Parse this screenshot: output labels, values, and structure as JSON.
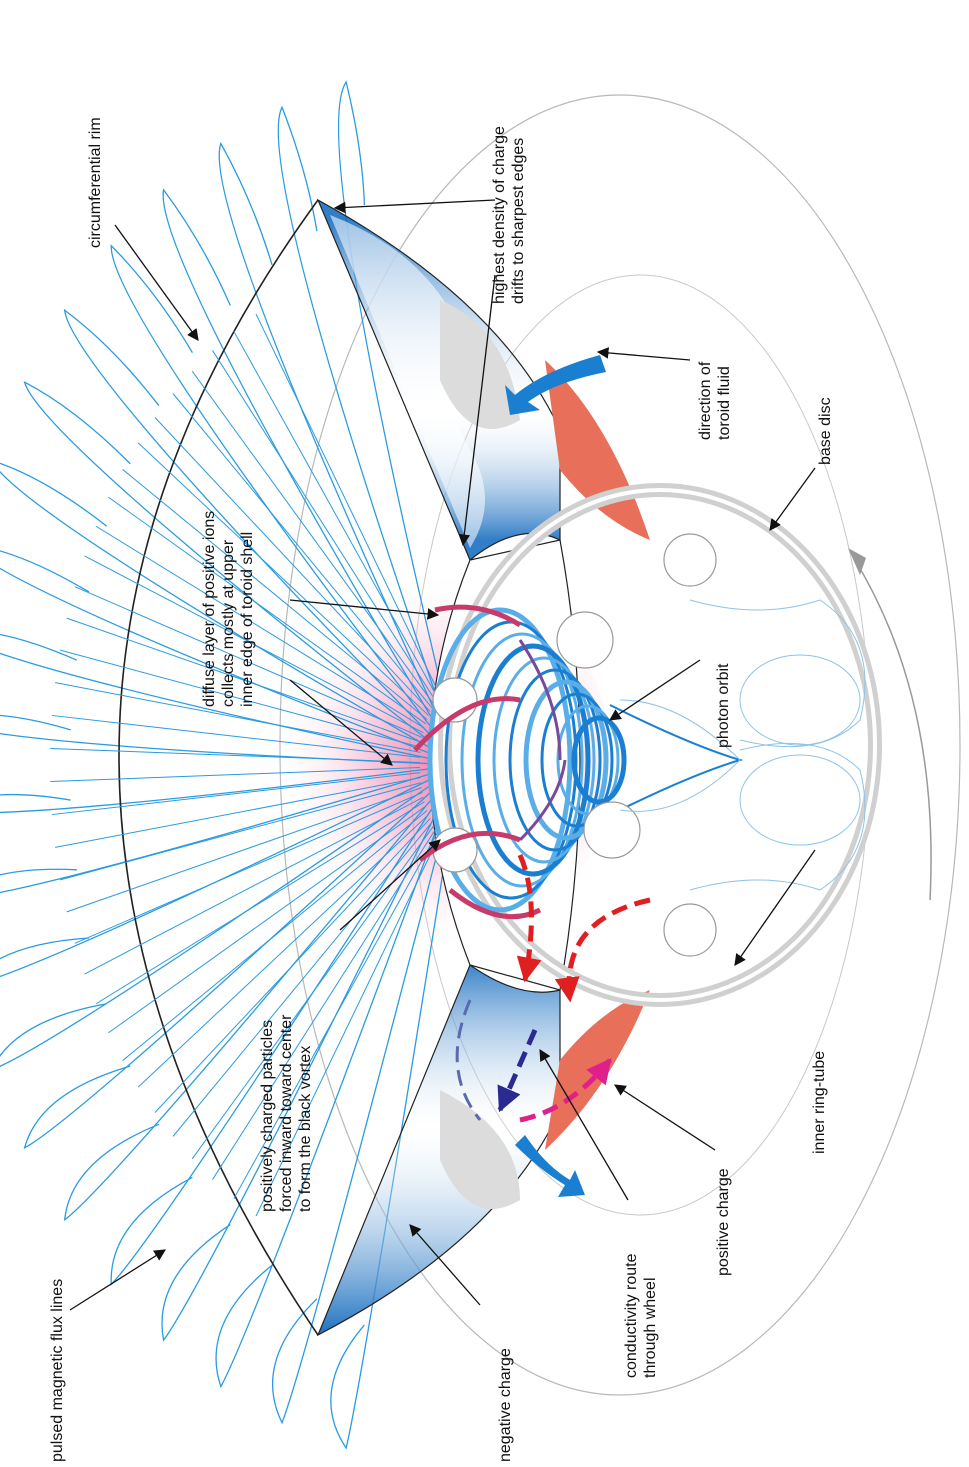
{
  "labels": {
    "circumferential_rim": "circumferential rim",
    "highest_density": "highest density of charge\ndrifts to sharpest edges",
    "direction_toroid_fluid": "direction of\ntoroid fluid",
    "base_disc": "base disc",
    "diffuse_layer": "diffuse layer of positive ions\ncollects mostly at upper\ninner edge of toroid shell",
    "photon_orbit": "photon orbit",
    "positively_charged": "positively charged particles\nforced inward toward center\nto form the black vortex",
    "pulsed_flux": "pulsed magnetic flux lines",
    "negative_charge": "negative charge",
    "conductivity_route": "conductivity route\nthrough wheel",
    "positive_charge": "positive charge",
    "inner_ring_tube": "inner ring-tube"
  },
  "colors": {
    "flux_line": "#2a9be0",
    "rim_line": "#222222",
    "negative_gradient": "#1a6fc0",
    "positive_wedge": "#e8705a",
    "pink_glow": "#e8508a",
    "ring_tube": "#d8d8d8",
    "red_arrow": "#e02020",
    "magenta_arrow": "#e0208a",
    "navy_arrow": "#2a2a90"
  }
}
